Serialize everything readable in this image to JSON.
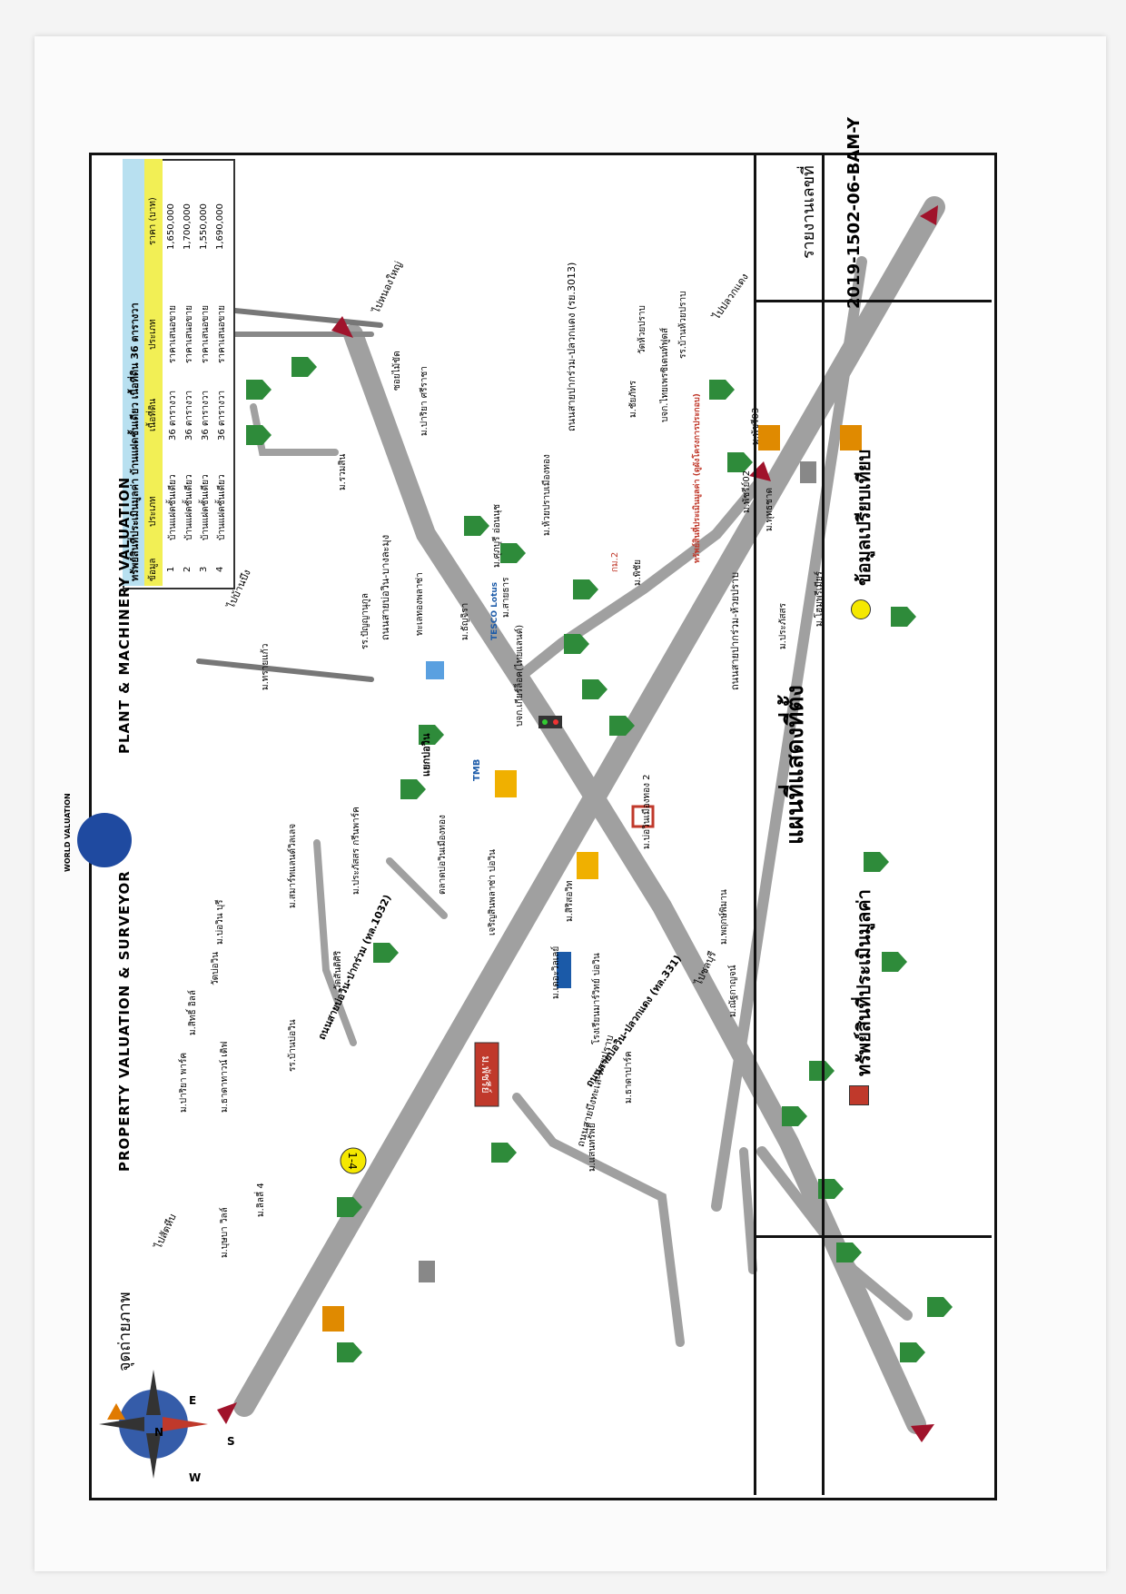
{
  "header": {
    "left": "PROPERTY VALUATION  &  SURVEYOR",
    "right": "PLANT  &  MACHINERY VALUATION",
    "logo_text": "WORLD VALUATION"
  },
  "table": {
    "title": "ทรัพย์สินที่ประเมินมูลค่า บ้านแฝดชั้นเดียว เนื้อที่ดิน 36 ตารางวา",
    "headers": [
      "ข้อมูล",
      "ประเภท",
      "เนื้อที่ดิน",
      "ประเภท",
      "ราคา (บาท)"
    ],
    "rows": [
      [
        "1",
        "บ้านแฝดชั้นเดียว",
        "36 ตารางวา",
        "ราคาเสนอขาย",
        "1,650,000"
      ],
      [
        "2",
        "บ้านแฝดชั้นเดียว",
        "36 ตารางวา",
        "ราคาเสนอขาย",
        "1,700,000"
      ],
      [
        "3",
        "บ้านแฝดชั้นเดียว",
        "36 ตารางวา",
        "ราคาเสนอขาย",
        "1,550,000"
      ],
      [
        "4",
        "บ้านแฝดชั้นเดียว",
        "36 ตารางวา",
        "ราคาเสนอขาย",
        "1,690,000"
      ]
    ]
  },
  "map": {
    "roads": {
      "main_road": "ถนนสายบ่อวิน-ปลวกแดง (ทล.331)",
      "road_1032": "ถนนสายบ่อวิน-ปากร่วม (ทล.1032)",
      "road_3013": "ถนนสายปากร่วม-ปลวกแดง (รย.3013)",
      "road_bangkok": "ถนนสายบ่อวิน-บางละมุง",
      "road_patrol": "ถนนสายบึงทะเล-ห้วยปราบ",
      "road_pakrom": "ถนนสายปากร่วม-ห้วยปราบ"
    },
    "directions": {
      "to_sattahip": "ไปสัตหีบ",
      "to_banbung": "ไปบ้านบึง",
      "to_pluakdaeng": "ไปปลวกแดง",
      "to_chonburi": "ไปชลบุรี",
      "to_wangtanot": "ไปหนองใหญ่",
      "to_soi": "ซอยไม้ขัด"
    },
    "landmarks": {
      "junction": "แยกบ่อวิน",
      "market": "ตลาดบ่อวินเมืองทอง",
      "school_bowin": "รร.บ้านบ่อวิน",
      "wat_bowin": "วัดบ่อวิน",
      "wat_sansiri": "วัดสันติศิริ",
      "school_hospital": "รร.ปัญญานุกูล",
      "temple_yatra": "ทะเลทองพลาซ่า",
      "charoen": "เจริญสินพลาซ่า บ่อวิน",
      "school_mwk": "โรงเรียนมาร์วิทย์ บ่อวิน",
      "global": "บจก.เกียร์ล็อค(ไทยแลนด์)",
      "wat_huaiprab": "วัดห้วยปราบ",
      "school_huaiprab": "รร.บ้านห้วยปราบ",
      "company": "บจก.ไทยเพรซิเดนท์ฟูดส์",
      "tesco": "TESCO Lotus",
      "tmb": "TMB",
      "km": "กม.2"
    },
    "villages": [
      "ม.บุษบา วิลล์",
      "ม.ลิลลี่ 4",
      "ม.ปาริยา พาร์ค",
      "ม.ธาดาทาวน์ เดิฟ",
      "ม.สิทธิ์ อิลล์",
      "ม.บ่อวิน บุรี",
      "ม.สมาร์ทแลนด์วิลเลจ",
      "ม.ประภัสสร กรีนพาร์ค",
      "ม.ทรายแก้ว",
      "ม.ธัญจิรา",
      "ม.สายธาร",
      "ม.ศุภบุรี อ่อนนุช",
      "ม.ห้วยปราบเมืองทอง",
      "ม.รวมสิน",
      "ม.ปาริยา ศรีราชา",
      "ม.บ่อวินเมืองทอง 2",
      "ม.พฤกษ์พิมาน",
      "ม.ณัฐกาญจน์",
      "ม.เดอะวิลเลย์",
      "ม.สิริสอวิท",
      "ม.ธาดาปาร์ค",
      "ม.แสนทรัพย์",
      "ม.พิชัย",
      "ม.ประภัสสร",
      "ม.โฮมพรีเมียร์",
      "ม.ชัยภัทร",
      "ม.พุทธชาด",
      "ม.พัชรีย์02",
      "ม.พัชรี03"
    ],
    "subject_label": "ม.พัชรีย์",
    "subject_note": "ทรัพย์สินที่ประเมินมูลค่า (ดูผังโครงการประกอบ)",
    "compare_marker": "1-4"
  },
  "legend": {
    "subject": "ทรัพย์สินที่ประเมินมูลค่า",
    "comparable": "ข้อมูลเปรียบเทียบ",
    "photo_point": "จุดถ่ายภาพ"
  },
  "title_block": {
    "map_title": "แผนที่แสดงที่ตั้ง",
    "report_label": "รายงานเลขที่",
    "report_number": "2019-1502-06-BAM-Y"
  },
  "compass": [
    "N",
    "E",
    "S",
    "W"
  ],
  "colors": {
    "road": "#9a9a9a",
    "table_header": "#b8e0f0",
    "table_highlight": "#f2ef55",
    "village_icon": "#2e8b3a",
    "subject": "#c0392b",
    "compare_dot": "#f5e800",
    "arrow": "#a0132b"
  }
}
